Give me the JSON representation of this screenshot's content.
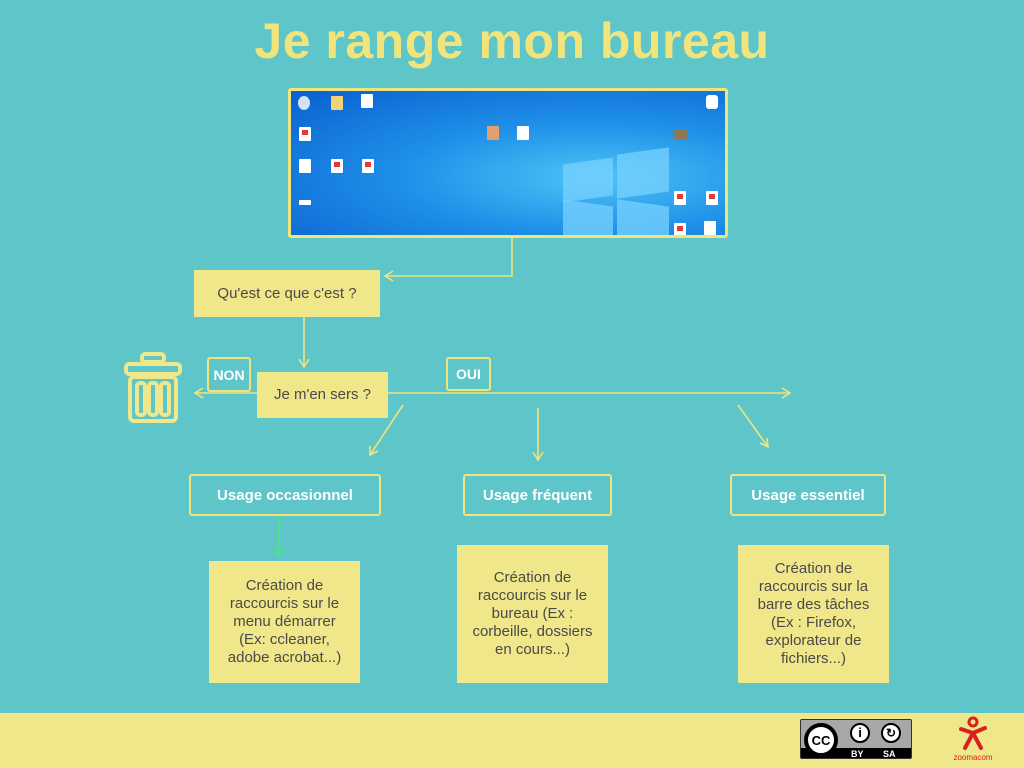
{
  "title": "Je range mon bureau",
  "nodes": {
    "question": "Qu'est ce que c'est ?",
    "use_question": "Je m'en sers ?",
    "no": "NON",
    "yes": "OUI",
    "usage_occasional": "Usage occasionnel",
    "usage_frequent": "Usage fréquent",
    "usage_essential": "Usage essentiel",
    "desc_occasional": "Création de raccourcis sur le menu démarrer (Ex: ccleaner, adobe acrobat...)",
    "desc_frequent": "Création de raccourcis sur le bureau (Ex : corbeille, dossiers en cours...)",
    "desc_essential": "Création de raccourcis sur la barre des tâches (Ex : Firefox, explorateur de fichiers...)"
  },
  "footer": {
    "license_cc": "CC",
    "license_by": "BY",
    "license_sa": "SA",
    "logo": "zoomacom"
  },
  "colors": {
    "background": "#5ec6c9",
    "yellow": "#f0e68a",
    "title": "#f1e47c",
    "logo": "#d9201f",
    "green_arrow": "#4ee08a"
  }
}
